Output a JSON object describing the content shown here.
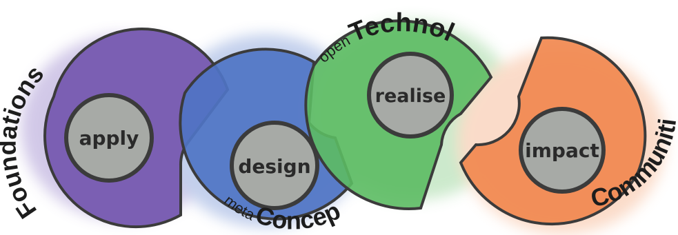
{
  "hubs": {
    "apply": "apply",
    "design": "design",
    "realise": "realise",
    "impact": "impact"
  },
  "labels": {
    "foundations": "Foundations",
    "meta": "meta",
    "concepts": "Concepts",
    "open": "open",
    "technologies": "Technologies",
    "communities": "Communities"
  },
  "colors": {
    "purple": "#7b5fb3",
    "blue": "#4f74c4",
    "green": "#5cbb63",
    "orange": "#f1884f",
    "hub_fill": "#a7aaa6",
    "outline": "#3b3b3b"
  }
}
